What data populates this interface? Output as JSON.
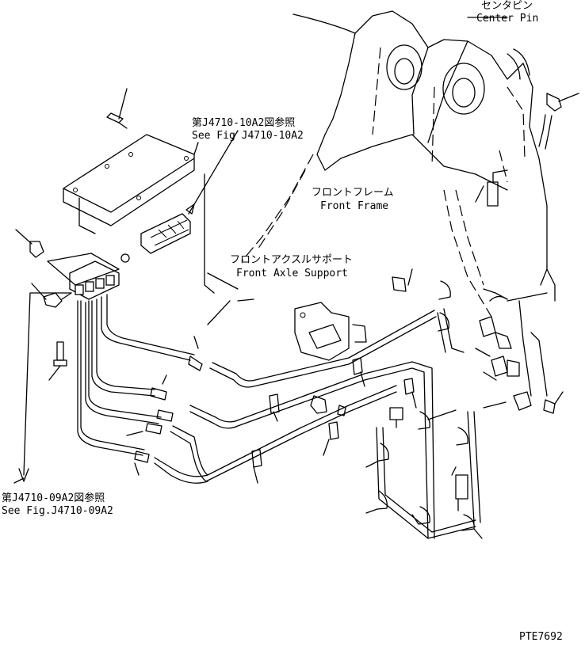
{
  "labels": {
    "center_pin_jp": "センタピン",
    "center_pin_en": "Center Pin",
    "front_frame_jp": "フロントフレーム",
    "front_frame_en": "Front Frame",
    "front_axle_support_jp": "フロントアクスルサポート",
    "front_axle_support_en": "Front Axle Support",
    "ref_10a2_jp": "第J4710-10A2図参照",
    "ref_10a2_en": "See Fig J4710-10A2",
    "ref_09a2_jp": "第J4710-09A2図参照",
    "ref_09a2_en": "See Fig.J4710-09A2",
    "figure_code": "PTE7692"
  }
}
